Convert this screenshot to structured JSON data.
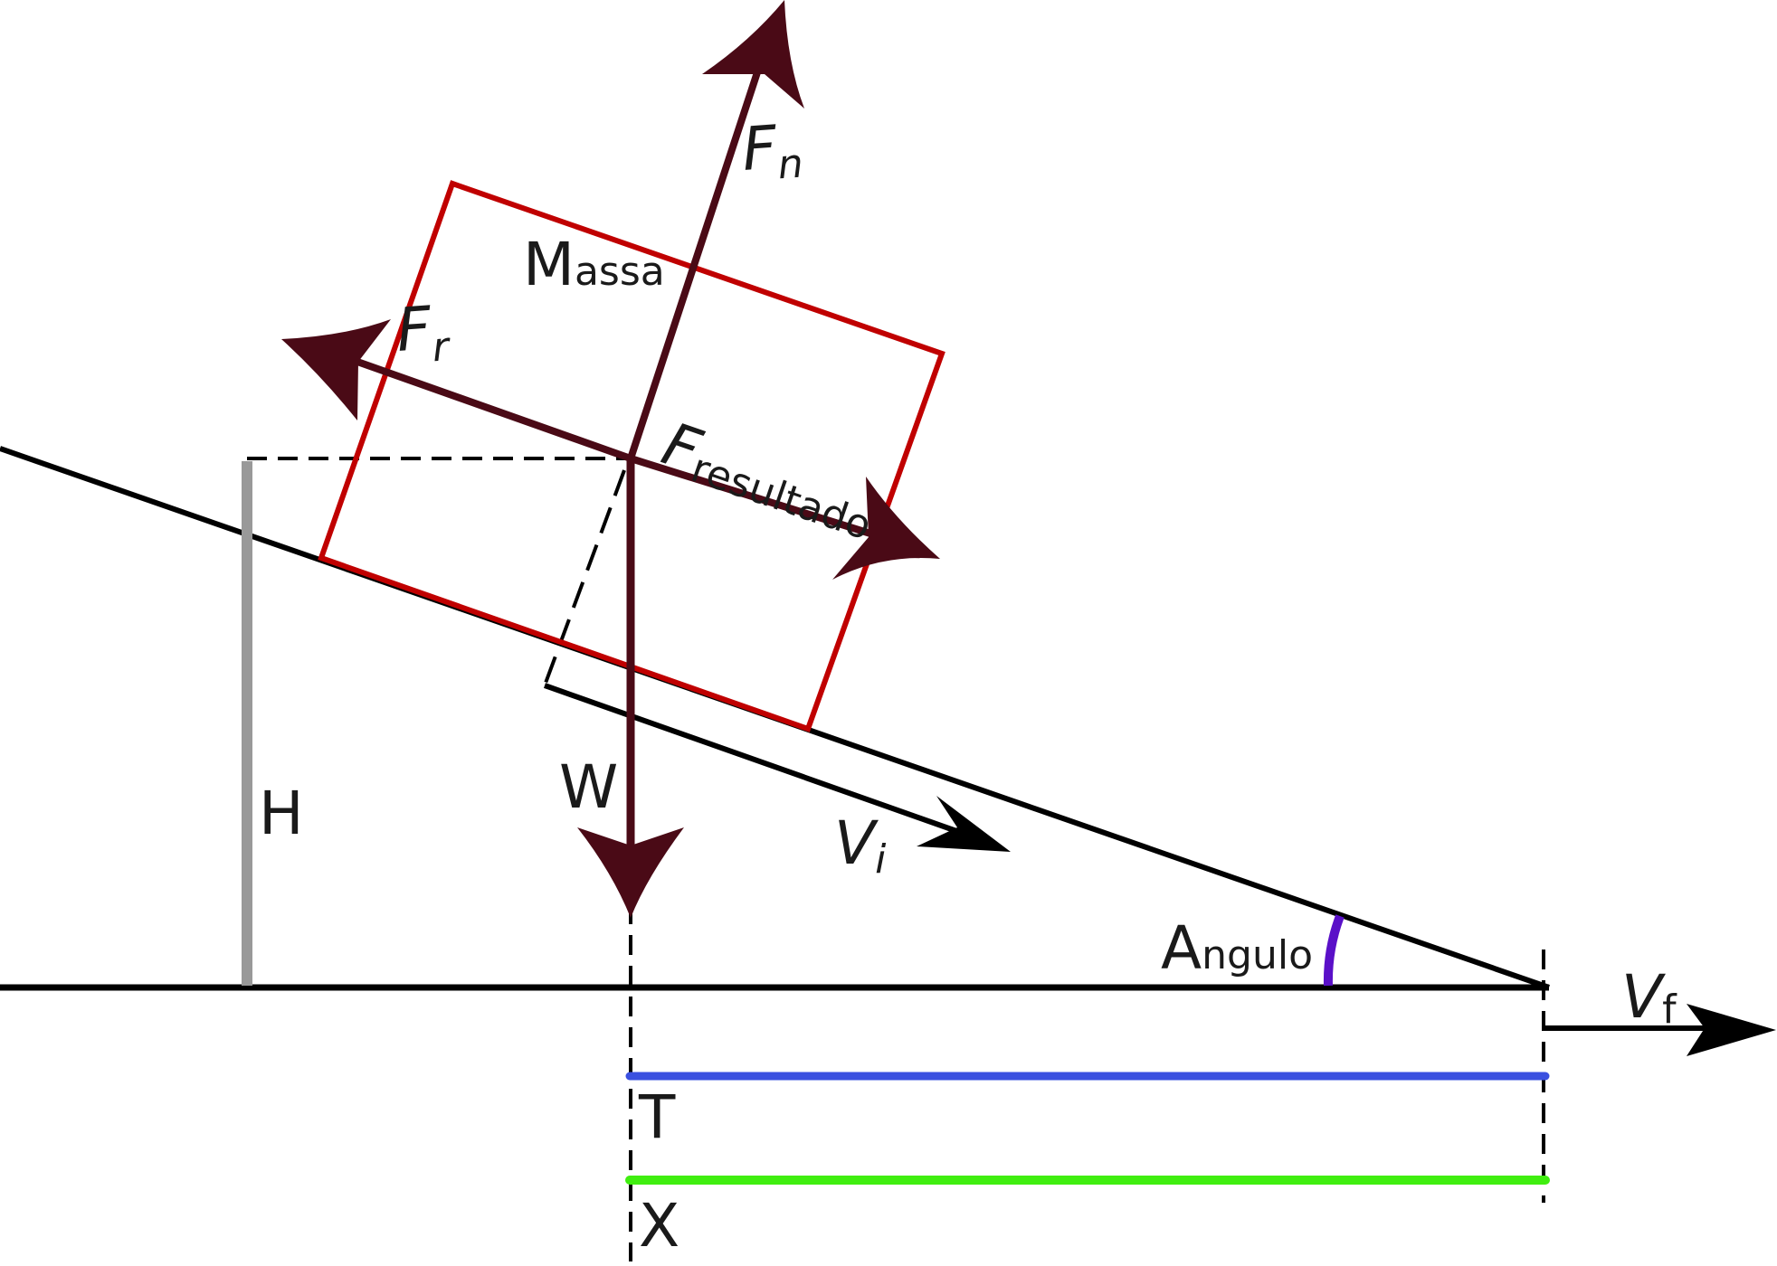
{
  "diagram": {
    "labels": {
      "fn": {
        "main": "F",
        "sub": "n"
      },
      "massa": {
        "main": "M",
        "sub": "assa"
      },
      "fr": {
        "main": "F",
        "sub": "r"
      },
      "fresultado": {
        "main": "F",
        "sub": "resultado"
      },
      "w": "W",
      "h": "H",
      "vi": {
        "main": "V",
        "sub": "i"
      },
      "angulo": {
        "main": "A",
        "sub": "ngulo"
      },
      "vf": {
        "main": "V",
        "sub": "f"
      },
      "t": "T",
      "x": "X"
    },
    "colors": {
      "ground": "#000000",
      "block_outline": "#c00000",
      "force_vectors": "#4a0a16",
      "height_marker": "#999999",
      "angle_arc": "#5a10c8",
      "time_bar": "#3a50e0",
      "distance_bar": "#40ee10",
      "velocity_arrows": "#000000"
    }
  }
}
